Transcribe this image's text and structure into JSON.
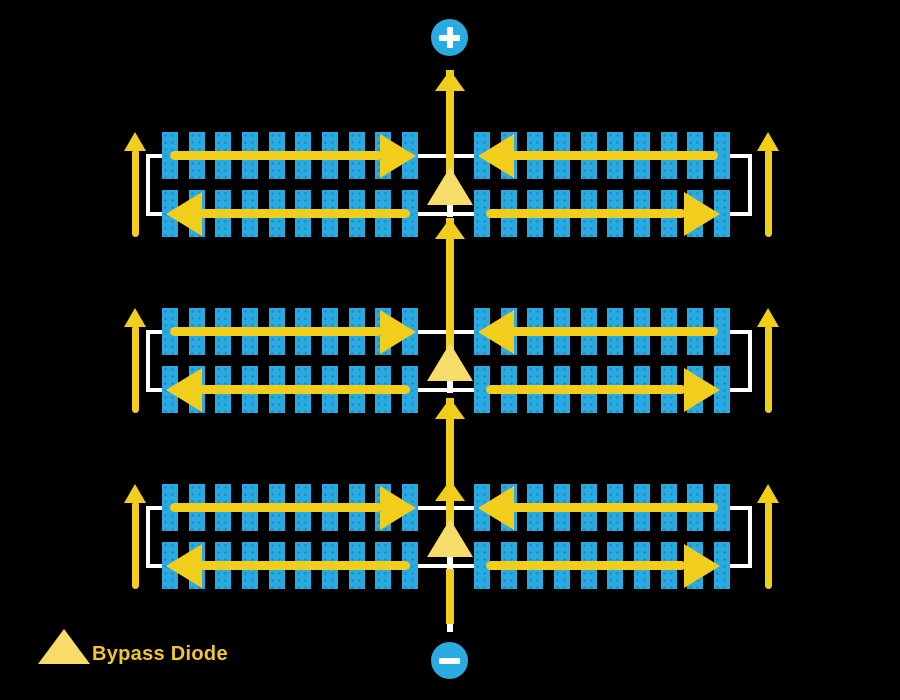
{
  "diagram": {
    "type": "solar-module-bypass-diode-current-flow",
    "legend": {
      "symbol": "bypass-diode-triangle",
      "label": "Bypass Diode"
    },
    "terminals": {
      "positive": {
        "symbol": "+",
        "position": "top"
      },
      "negative": {
        "symbol": "−",
        "position": "bottom"
      }
    },
    "strings": [
      {
        "id": "string-1",
        "bypass_diode": true
      },
      {
        "id": "string-2",
        "bypass_diode": true
      },
      {
        "id": "string-3",
        "bypass_diode": true
      }
    ],
    "cells_per_half_row": 10,
    "cell_rows_per_string": 2,
    "flow": {
      "top_rows": "toward-center",
      "bottom_rows": "outward",
      "outer_edges": "upward",
      "center_line": "bottom-to-top"
    },
    "colors": {
      "background": "#000000",
      "cell_blue": "#29ABE2",
      "current_gold": "#F1CE1C",
      "diode_yellow": "#F8DC69",
      "wire_white": "#FFFFFF",
      "legend_text_gold": "#EFC62F",
      "terminal_blue": "#29ABE2",
      "terminal_symbol": "#FFFFFF"
    }
  }
}
